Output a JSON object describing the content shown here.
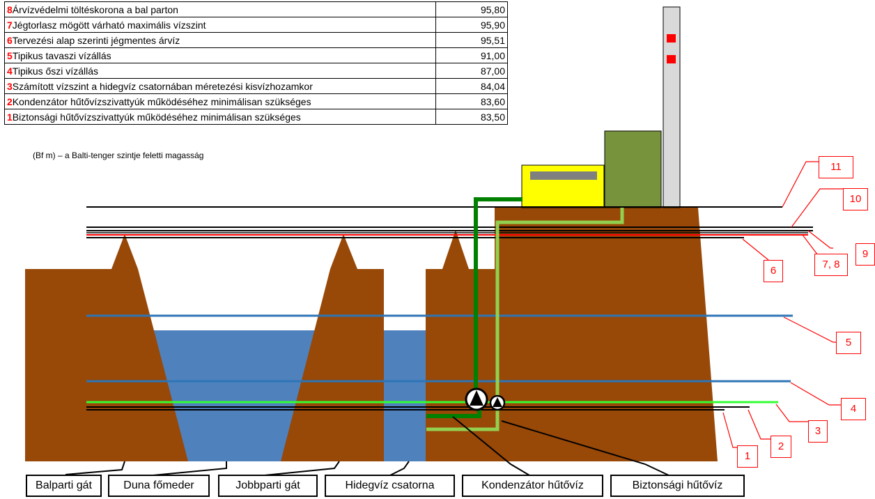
{
  "levels": [
    {
      "num": "8",
      "desc": "Árvízvédelmi töltéskorona a bal parton",
      "value": "95,80"
    },
    {
      "num": "7",
      "desc": "Jégtorlasz mögött várható maximális vízszint",
      "value": "95,90"
    },
    {
      "num": "6",
      "desc": "Tervezési alap szerinti jégmentes árvíz",
      "value": "95,51"
    },
    {
      "num": "5",
      "desc": "Tipikus tavaszi vízállás",
      "value": "91,00"
    },
    {
      "num": "4",
      "desc": "Tipikus őszi vízállás",
      "value": "87,00"
    },
    {
      "num": "3",
      "desc": "Számított vízszint a hidegvíz csatornában méretezési kisvízhozamkor",
      "value": "84,04"
    },
    {
      "num": "2",
      "desc": "Kondenzátor hűtővízszivattyúk működéséhez minimálisan szükséges",
      "value": "83,60"
    },
    {
      "num": "1",
      "desc": "Biztonsági hűtővízszivattyúk működéséhez minimálisan szükséges",
      "value": "83,50"
    }
  ],
  "note": "(Bf m) – a Balti-tenger szintje feletti magasság",
  "markers": {
    "m11": "11",
    "m10": "10",
    "m9": "9",
    "m78": "7, 8",
    "m6": "6",
    "m5": "5",
    "m4": "4",
    "m3": "3",
    "m2": "2",
    "m1": "1"
  },
  "bottom_labels": {
    "balparti": "Balparti gát",
    "duna": "Duna főmeder",
    "jobbparti": "Jobbparti gát",
    "hidegviz": "Hidegvíz csatorna",
    "kondenzator": "Kondenzátor hűtővíz",
    "biztonsagi": "Biztonsági hűtővíz"
  },
  "colors": {
    "earth": "#984807",
    "water": "#4f81bd",
    "dark_pipe": "#008000",
    "light_pipe": "#92d050",
    "building_yellow": "#ffff00",
    "building_green": "#77933c",
    "chimney": "#d9d9d9",
    "marker_red": "#ff0000",
    "blue_line": "#2e75b6",
    "green_line": "#33ff33"
  }
}
